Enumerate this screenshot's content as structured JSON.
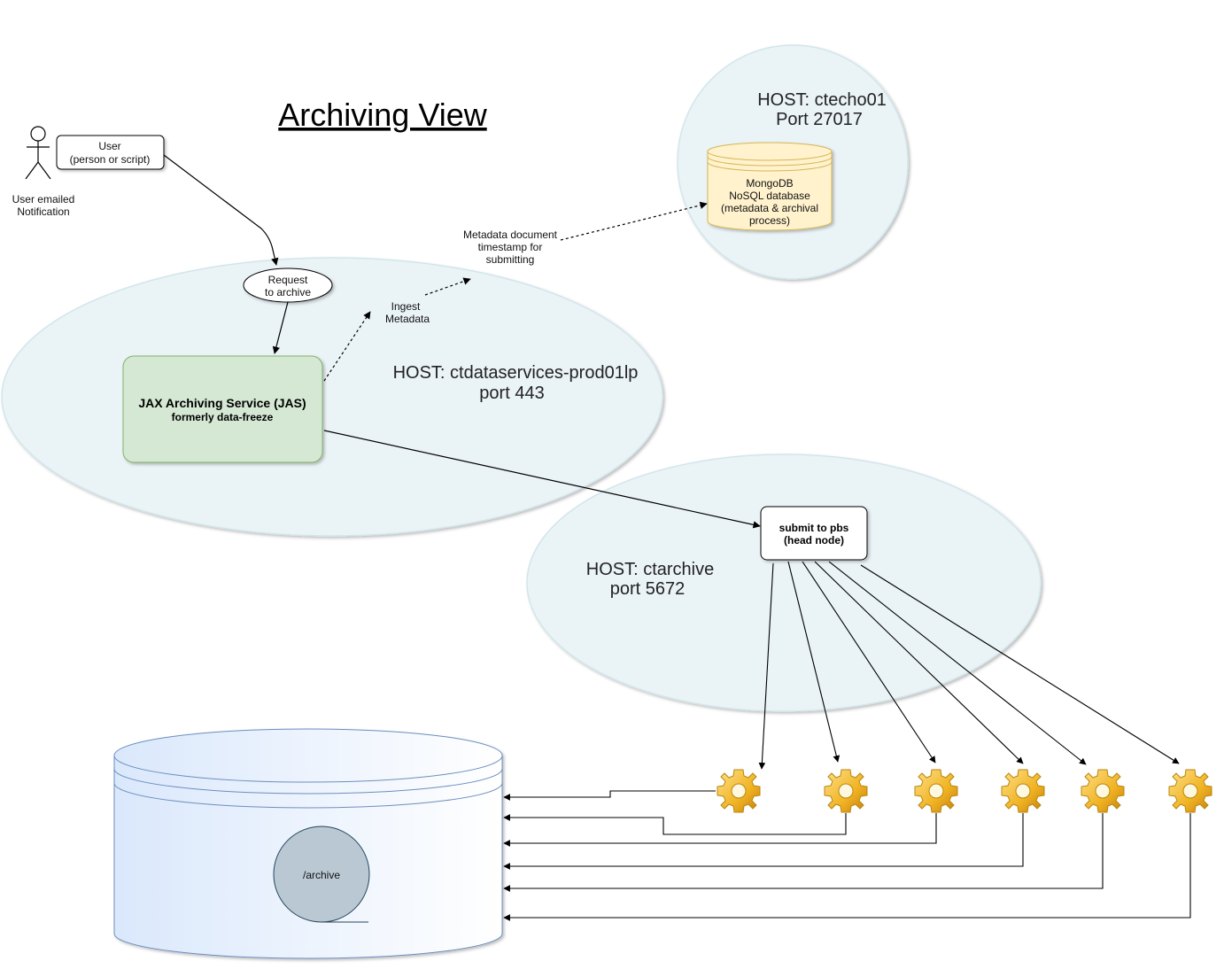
{
  "title": "Archiving View",
  "actor": {
    "label_line1": "User emailed",
    "label_line2": "Notification",
    "box_line1": "User",
    "box_line2": "(person or script)"
  },
  "request": {
    "line1": "Request",
    "line2": "to archive"
  },
  "jas": {
    "title": "JAX Archiving Service (JAS)",
    "subtitle": "formerly data-freeze"
  },
  "ingest": {
    "line1": "Ingest",
    "line2": "Metadata"
  },
  "metadata_doc": {
    "line1": "Metadata document",
    "line2": "timestamp for",
    "line3": "submitting"
  },
  "hosts": {
    "ctecho": {
      "line1": "HOST: ctecho01",
      "line2": "Port 27017"
    },
    "ctdataservices": {
      "line1": "HOST: ctdataservices-prod01lp",
      "line2": "port 443"
    },
    "ctarchive": {
      "line1": "HOST: ctarchive",
      "line2": "port 5672"
    }
  },
  "mongodb": {
    "line1": "MongoDB",
    "line2": "NoSQL database",
    "line3": "(metadata & archival",
    "line4": "process)"
  },
  "pbs": {
    "line1": "submit to pbs",
    "line2": "(head node)"
  },
  "storage": {
    "label": "/archive"
  },
  "workers_icon": "gear-icon",
  "colors": {
    "host_fill": "#eaf3f6",
    "host_stroke": "#d2e6ec",
    "jas_fill": "#d5e8d4",
    "jas_stroke": "#82b366",
    "mongo_fill": "#fff2cc",
    "mongo_stroke": "#d6b656",
    "storage_fill_start": "#dae8fc",
    "storage_fill_end": "#ffffff",
    "storage_stroke": "#6c8ebf",
    "tape_fill": "#bac8d3",
    "tape_stroke": "#23445d",
    "gear_fill": "#f0b323",
    "gear_stroke": "#b8860b"
  }
}
